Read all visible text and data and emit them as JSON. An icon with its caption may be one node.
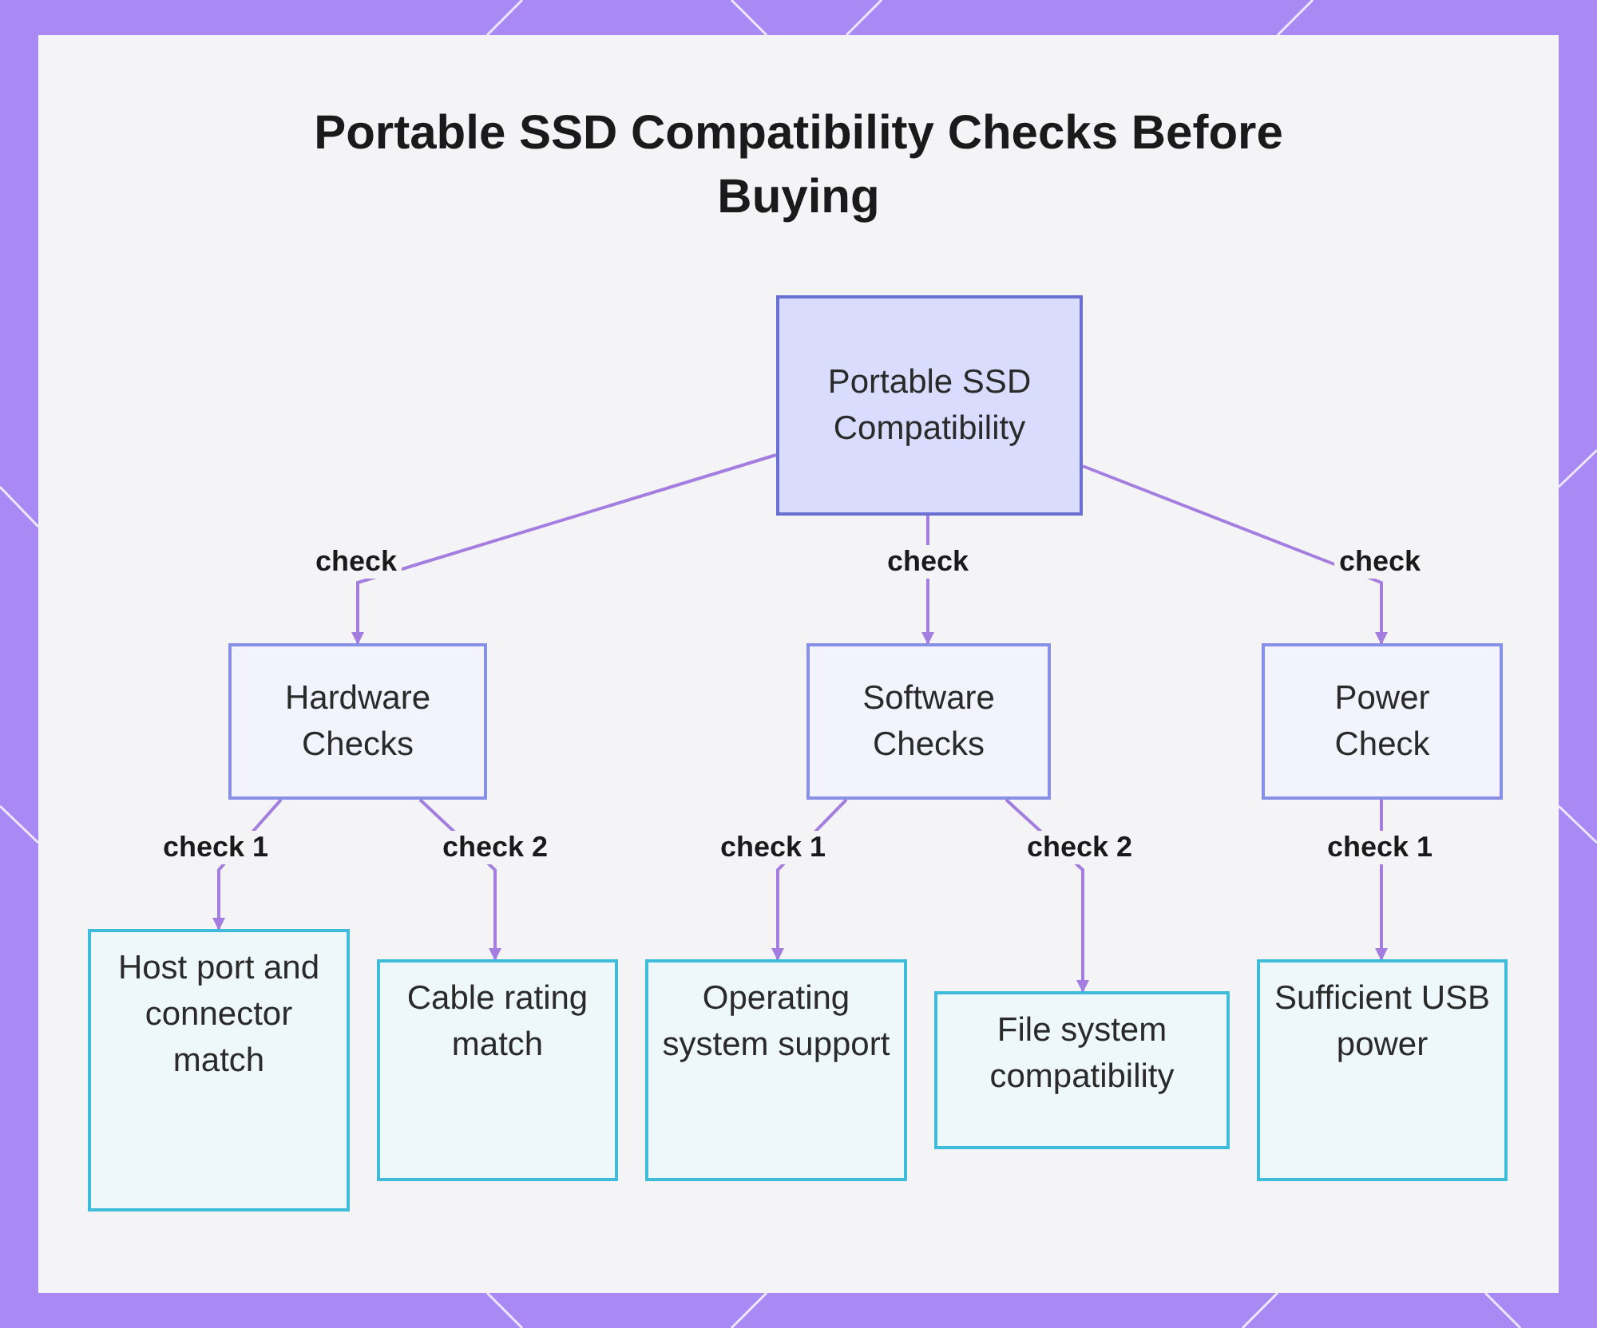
{
  "diagram": {
    "title": "Portable SSD Compatibility Checks Before Buying",
    "nodes": [
      {
        "text": [
          "Portable SSD Compatibility"
        ]
      },
      {
        "text": [
          "Hardware Checks"
        ]
      },
      {
        "text": [
          "Software Checks"
        ]
      },
      {
        "text": [
          "Power Check"
        ]
      },
      {
        "text": [
          "Host port and connector match"
        ]
      },
      {
        "text": [
          "Cable rating match"
        ]
      },
      {
        "text": [
          "Operating system support"
        ]
      },
      {
        "text": [
          "File system compatibility"
        ]
      },
      {
        "text": [
          "Sufficient USB power"
        ]
      }
    ],
    "edges": [
      {
        "from": 0,
        "to": 1,
        "arrow": "to",
        "label": "check"
      },
      {
        "from": 0,
        "to": 2,
        "arrow": "to",
        "label": "check"
      },
      {
        "from": 0,
        "to": 3,
        "arrow": "to",
        "label": "check"
      },
      {
        "from": 1,
        "to": 4,
        "arrow": "to",
        "label": "check 1"
      },
      {
        "from": 1,
        "to": 5,
        "arrow": "to",
        "label": "check 2"
      },
      {
        "from": 2,
        "to": 6,
        "arrow": "to",
        "label": "check 1"
      },
      {
        "from": 2,
        "to": 7,
        "arrow": "to",
        "label": "check 2"
      },
      {
        "from": 3,
        "to": 8,
        "arrow": "to",
        "label": "check 1"
      }
    ]
  }
}
